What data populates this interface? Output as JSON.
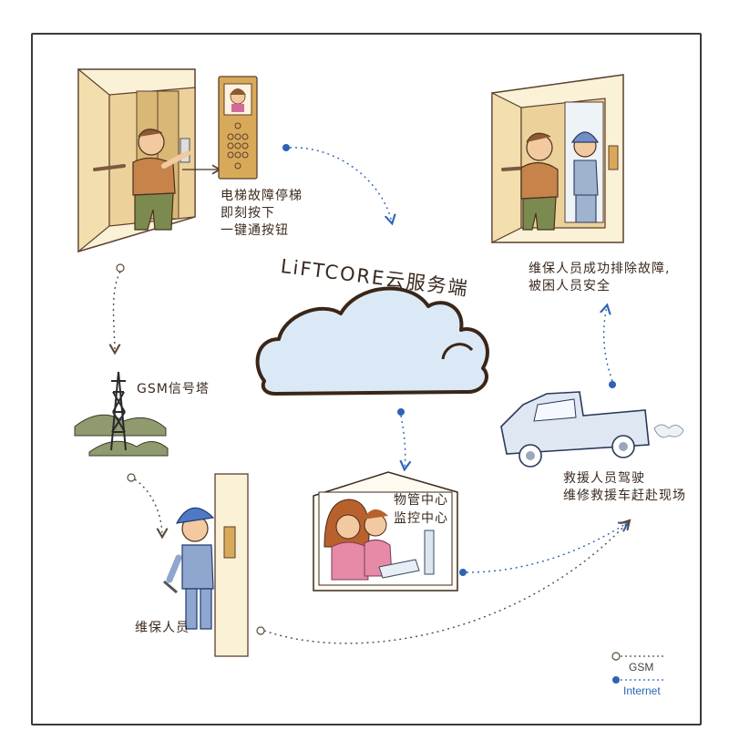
{
  "cloud": {
    "title": "LiFTCORE云服务端"
  },
  "labels": {
    "elevator_fault": "电梯故障停梯\n即刻按下\n一键通按钮",
    "gsm_tower": "GSM信号塔",
    "maintenance_person": "维保人员",
    "property_center_line1": "物管中心",
    "property_center_line2": "监控中心",
    "rescue_drive": "救援人员驾驶\n维修救援车赶赴现场",
    "fault_cleared": "维保人员成功排除故障,\n被困人员安全"
  },
  "legend": {
    "gsm": "GSM",
    "internet": "Internet"
  },
  "colors": {
    "gsm_line": "#5a4a3a",
    "internet_line": "#2c63b5",
    "cloud_fill": "#dbe9f6",
    "cloud_stroke": "#3a2618",
    "elevator_gold": "#e8c98a"
  },
  "icons": [
    "elevator-scene-icon",
    "call-panel-icon",
    "cloud-icon",
    "gsm-tower-icon",
    "maintenance-worker-icon",
    "monitoring-center-icon",
    "rescue-truck-icon",
    "fixed-elevator-icon"
  ]
}
